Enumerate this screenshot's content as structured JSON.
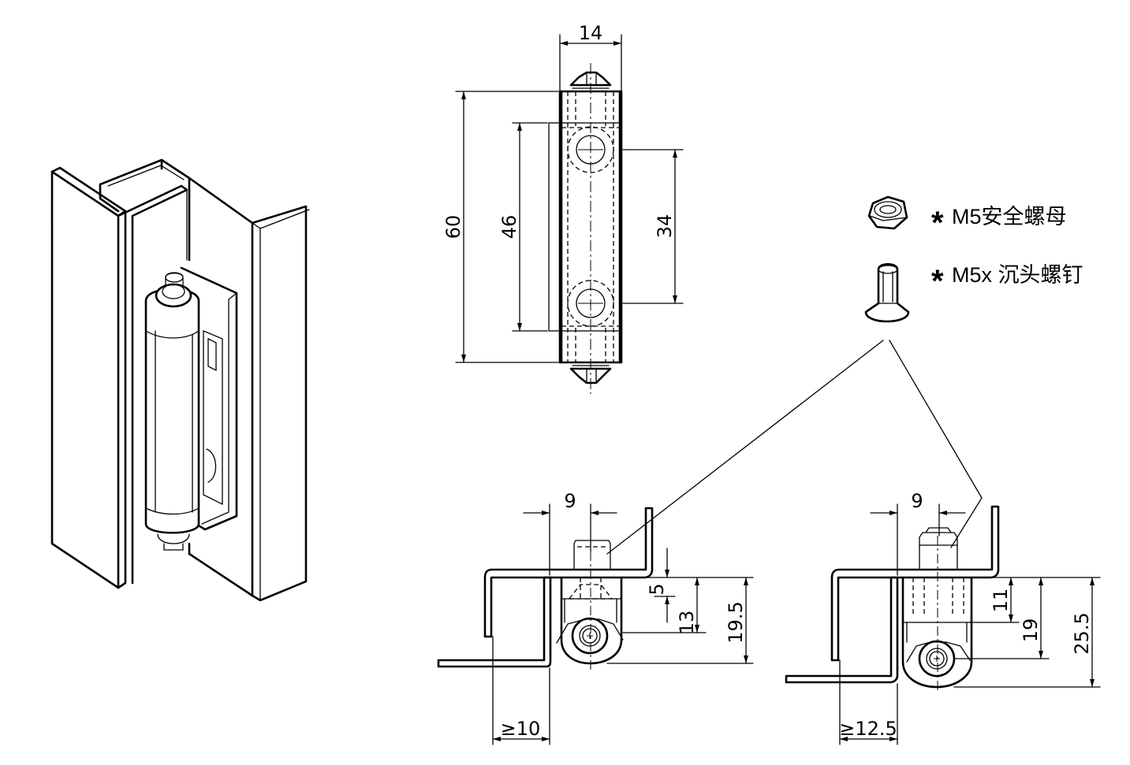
{
  "top_view": {
    "width": "14",
    "overall_height": "60",
    "leaf_height": "46",
    "hole_spacing": "34"
  },
  "side_view_left": {
    "offset": "9",
    "d1": "5",
    "d2": "13",
    "d3": "19.5",
    "min_gap": "≥10"
  },
  "side_view_right": {
    "offset": "9",
    "d1": "11",
    "d2": "19",
    "d3": "25.5",
    "min_gap": "≥12.5"
  },
  "legend": {
    "nut": {
      "star": "*",
      "label": "M5安全螺母"
    },
    "screw": {
      "star": "*",
      "label": "M5x 沉头螺钉"
    }
  }
}
